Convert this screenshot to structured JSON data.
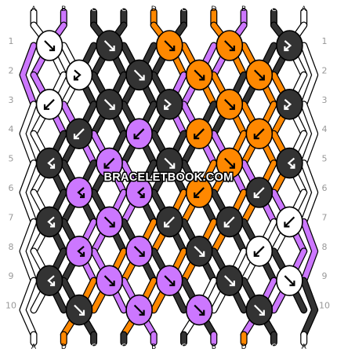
{
  "watermark": "BRACELETBOOK.COM",
  "colors": {
    "A": "#ffffff",
    "B": "#cc77ff",
    "C": "#333333",
    "D": "#ff8800"
  },
  "top_strings": [
    "A",
    "B",
    "C",
    "C",
    "D",
    "C",
    "D",
    "B",
    "C",
    "A"
  ],
  "bottom_strings": [
    "A",
    "D",
    "C",
    "C",
    "B",
    "C",
    "B",
    "D",
    "C",
    "A"
  ],
  "row_numbers": [
    "1",
    "2",
    "3",
    "4",
    "5",
    "6",
    "7",
    "8",
    "9",
    "10"
  ],
  "knot_rows": [
    [
      {
        "color": "A",
        "arrow": "down-right"
      },
      {
        "color": "C",
        "arrow": "down-right"
      },
      {
        "color": "D",
        "arrow": "down-right"
      },
      {
        "color": "D",
        "arrow": "down-right"
      },
      {
        "color": "C",
        "arrow": "forward-backward"
      }
    ],
    [
      {
        "color": "A",
        "arrow": "forward-backward"
      },
      {
        "color": "C",
        "arrow": "down-right"
      },
      {
        "color": "D",
        "arrow": "down-right"
      },
      {
        "color": "D",
        "arrow": "down-right"
      }
    ],
    [
      {
        "color": "A",
        "arrow": "down-left"
      },
      {
        "color": "C",
        "arrow": "down-right"
      },
      {
        "color": "C",
        "arrow": "forward-backward"
      },
      {
        "color": "D",
        "arrow": "down-right"
      },
      {
        "color": "C",
        "arrow": "forward-backward"
      }
    ],
    [
      {
        "color": "C",
        "arrow": "down-left"
      },
      {
        "color": "B",
        "arrow": "down-left"
      },
      {
        "color": "D",
        "arrow": "down-left"
      },
      {
        "color": "D",
        "arrow": "down-left"
      }
    ],
    [
      {
        "color": "C",
        "arrow": "backward-forward"
      },
      {
        "color": "B",
        "arrow": "down-left"
      },
      {
        "color": "C",
        "arrow": "down-right"
      },
      {
        "color": "D",
        "arrow": "down-right"
      },
      {
        "color": "C",
        "arrow": "backward-forward"
      }
    ],
    [
      {
        "color": "B",
        "arrow": "backward-forward"
      },
      {
        "color": "B",
        "arrow": "backward-forward"
      },
      {
        "color": "D",
        "arrow": "down-left"
      },
      {
        "color": "C",
        "arrow": "down-left"
      }
    ],
    [
      {
        "color": "C",
        "arrow": "backward-forward"
      },
      {
        "color": "B",
        "arrow": "down-right"
      },
      {
        "color": "C",
        "arrow": "down-left"
      },
      {
        "color": "C",
        "arrow": "down-left"
      },
      {
        "color": "A",
        "arrow": "down-left"
      }
    ],
    [
      {
        "color": "B",
        "arrow": "backward-forward"
      },
      {
        "color": "B",
        "arrow": "down-right"
      },
      {
        "color": "C",
        "arrow": "down-right"
      },
      {
        "color": "A",
        "arrow": "down-left"
      }
    ],
    [
      {
        "color": "C",
        "arrow": "backward-forward"
      },
      {
        "color": "B",
        "arrow": "down-right"
      },
      {
        "color": "B",
        "arrow": "down-right"
      },
      {
        "color": "C",
        "arrow": "down-right"
      },
      {
        "color": "A",
        "arrow": "down-right"
      }
    ],
    [
      {
        "color": "C",
        "arrow": "down-right"
      },
      {
        "color": "B",
        "arrow": "down-right"
      },
      {
        "color": "B",
        "arrow": "down-right"
      },
      {
        "color": "C",
        "arrow": "down-right"
      }
    ]
  ]
}
